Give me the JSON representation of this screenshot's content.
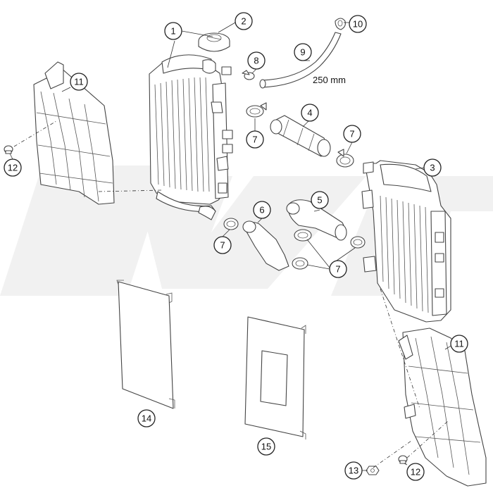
{
  "callouts": {
    "c1": "1",
    "c2": "2",
    "c3": "3",
    "c4": "4",
    "c5": "5",
    "c6": "6",
    "c7a": "7",
    "c7b": "7",
    "c7c": "7",
    "c7d": "7",
    "c8": "8",
    "c9": "9",
    "c10": "10",
    "c11a": "11",
    "c11b": "11",
    "c12a": "12",
    "c12b": "12",
    "c13": "13",
    "c14": "14",
    "c15": "15"
  },
  "dimension": "250 mm",
  "colors": {
    "line": "#444444",
    "watermark": "#f1f1f1"
  }
}
